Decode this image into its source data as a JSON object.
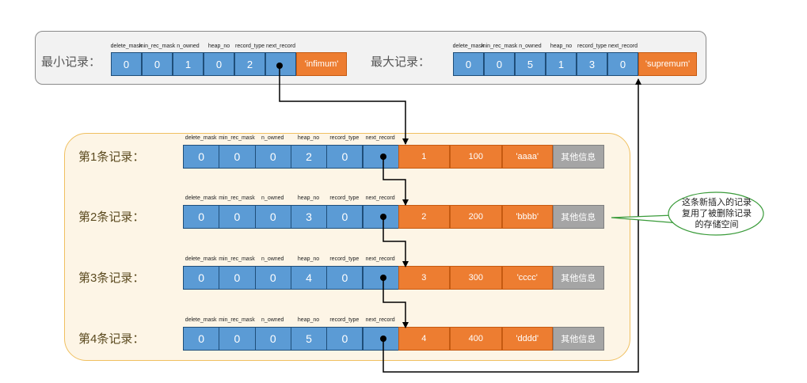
{
  "headers": [
    "delete_mask",
    "min_rec_mask",
    "n_owned",
    "heap_no",
    "record_type",
    "next_record"
  ],
  "infimum": {
    "label": "最小记录：",
    "values": [
      "0",
      "0",
      "1",
      "0",
      "2",
      ""
    ],
    "data": "'infimum'"
  },
  "supremum": {
    "label": "最大记录：",
    "values": [
      "0",
      "0",
      "5",
      "1",
      "3",
      "0"
    ],
    "data": "'supremum'"
  },
  "records": [
    {
      "label": "第1条记录：",
      "values": [
        "0",
        "0",
        "0",
        "2",
        "0",
        ""
      ],
      "id": "1",
      "num": "100",
      "str": "'aaaa'",
      "other": "其他信息"
    },
    {
      "label": "第2条记录：",
      "values": [
        "0",
        "0",
        "0",
        "3",
        "0",
        ""
      ],
      "id": "2",
      "num": "200",
      "str": "'bbbb'",
      "other": "其他信息"
    },
    {
      "label": "第3条记录：",
      "values": [
        "0",
        "0",
        "0",
        "4",
        "0",
        ""
      ],
      "id": "3",
      "num": "300",
      "str": "'cccc'",
      "other": "其他信息"
    },
    {
      "label": "第4条记录：",
      "values": [
        "0",
        "0",
        "0",
        "5",
        "0",
        ""
      ],
      "id": "4",
      "num": "400",
      "str": "'dddd'",
      "other": "其他信息"
    }
  ],
  "callout": {
    "line1": "这条新插入的记录",
    "line2": "复用了被删除记录",
    "line3": "的存储空间"
  },
  "colors": {
    "header_blue": "#5b9bd5",
    "data_orange": "#ed7d31",
    "other_gray": "#a5a5a5",
    "main_panel": "#fdf5e6",
    "arrow": "#000000"
  }
}
